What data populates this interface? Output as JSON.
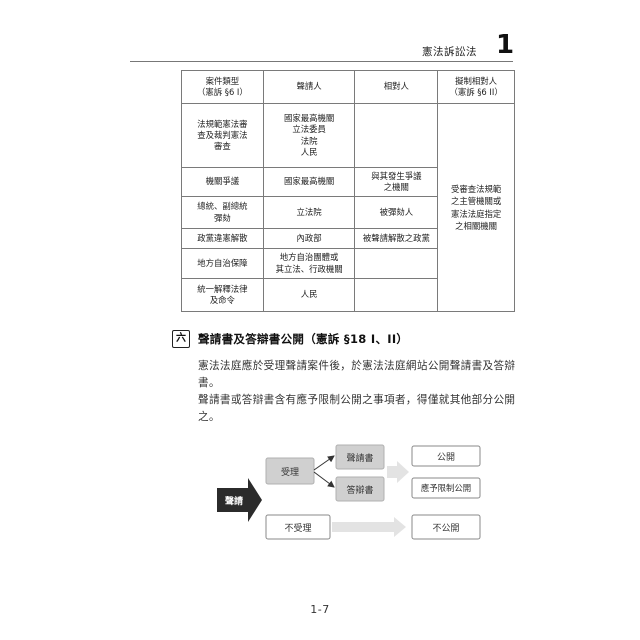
{
  "header": {
    "chapter": "憲法訴訟法",
    "chapter_number": "1"
  },
  "table": {
    "columns": [
      "案件類型\n（憲訴 §6 I）",
      "聲請人",
      "相對人",
      "擬制相對人\n（憲訴 §6 II）"
    ],
    "rows": [
      {
        "type": "法規範憲法審\n查及裁判憲法\n審查",
        "applicant": "國家最高機關\n立法委員\n法院\n人民",
        "respondent": ""
      },
      {
        "type": "機關爭議",
        "applicant": "國家最高機關",
        "respondent": "與其發生爭議\n之機關"
      },
      {
        "type": "總統、副總統\n彈劾",
        "applicant": "立法院",
        "respondent": "被彈劾人"
      },
      {
        "type": "政黨違憲解散",
        "applicant": "內政部",
        "respondent": "被聲請解散之政黨"
      },
      {
        "type": "地方自治保障",
        "applicant": "地方自治團體或\n其立法、行政機關",
        "respondent": ""
      },
      {
        "type": "統一解釋法律\n及命令",
        "applicant": "人民",
        "respondent": ""
      }
    ],
    "deemed_respondent": "受審查法規範\n之主管機關或\n憲法法庭指定\n之相關機關"
  },
  "section": {
    "number": "六",
    "title": "聲請書及答辯書公開（憲訴 §18 I、II）",
    "paragraphs": [
      "憲法法庭應於受理聲請案件後，於憲法法庭網站公開聲請書及答辯書。",
      "聲請書或答辯書含有應予限制公開之事項者，得僅就其他部分公開之。"
    ]
  },
  "diagram": {
    "start": "聲請",
    "accept": "受理",
    "reject": "不受理",
    "petition": "聲請書",
    "answer": "答辯書",
    "public": "公開",
    "restricted": "應予限制公開",
    "not_public": "不公開"
  },
  "page_number": "1-7"
}
